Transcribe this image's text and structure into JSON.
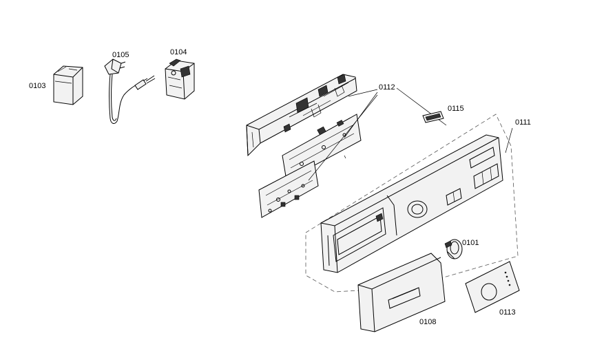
{
  "parts": [
    {
      "id": "0103"
    },
    {
      "id": "0105"
    },
    {
      "id": "0104"
    },
    {
      "id": "0112"
    },
    {
      "id": "0115"
    },
    {
      "id": "0111"
    },
    {
      "id": "0101"
    },
    {
      "id": "0108"
    },
    {
      "id": "0113"
    }
  ]
}
